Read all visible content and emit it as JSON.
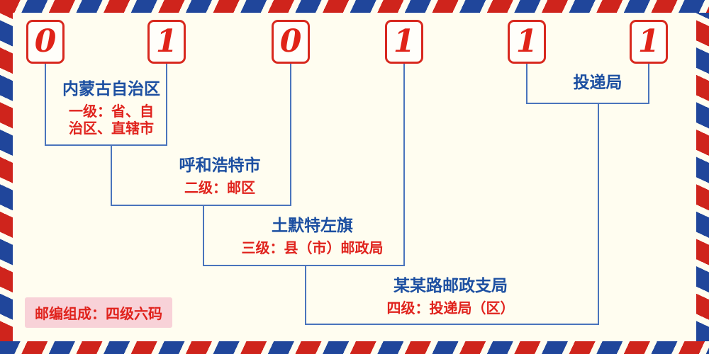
{
  "colors": {
    "bg": "#fffdf0",
    "stripe_red": "#cf241c",
    "stripe_blue": "#20469b",
    "box_border": "#d8281e",
    "digit": "#e02318",
    "line_blue": "#4a74bc",
    "label_blue": "#1c4fa1",
    "label_red": "#e0231d",
    "badge_bg": "#f8d2d8"
  },
  "digits": [
    "0",
    "1",
    "0",
    "1",
    "1",
    "1"
  ],
  "labels": {
    "level1": {
      "name": "内蒙古自治区",
      "desc_lines": [
        "一级：省、自",
        "治区、直辖市"
      ]
    },
    "level2": {
      "name": "呼和浩特市",
      "desc_lines": [
        "二级：邮区"
      ]
    },
    "level3": {
      "name": "土默特左旗",
      "desc_lines": [
        "三级：县（市）邮政局"
      ]
    },
    "level4": {
      "name": "某某路邮政支局",
      "desc_lines": [
        "四级：投递局（区）"
      ]
    },
    "delivery": {
      "name": "投递局"
    }
  },
  "footer": {
    "text": "邮编组成：四级六码"
  }
}
